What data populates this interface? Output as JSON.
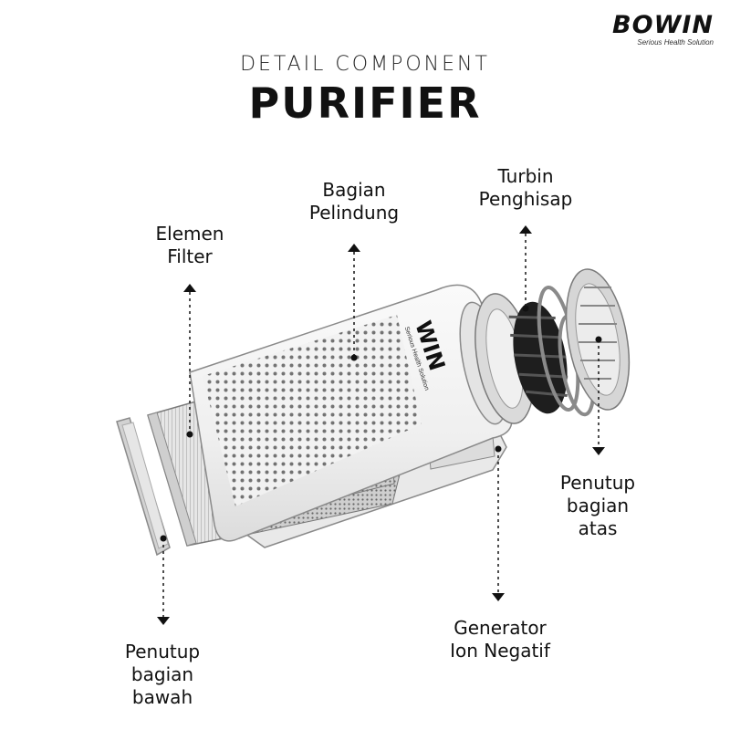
{
  "brand": {
    "name": "BOWIN",
    "tagline": "Serious Health Solution"
  },
  "header": {
    "subtitle": "DETAIL COMPONENT",
    "title": "PURIFIER"
  },
  "device_logo": "WIN",
  "device_logo_sub": "Serious Health Solution",
  "labels": {
    "bagian_pelindung": [
      "Bagian",
      "Pelindung"
    ],
    "turbin_penghisap": [
      "Turbin",
      "Penghisap"
    ],
    "elemen_filter": [
      "Elemen",
      "Filter"
    ],
    "penutup_bagian_atas": [
      "Penutup",
      "bagian",
      "atas"
    ],
    "generator_ion_negatif": [
      "Generator",
      "Ion Negatif"
    ],
    "penutup_bagian_bawah": [
      "Penutup",
      "bagian",
      "bawah"
    ]
  }
}
